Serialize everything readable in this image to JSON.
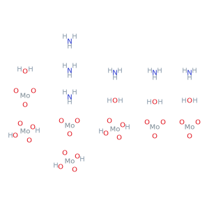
{
  "colors": {
    "hydrogen": "#8a9bab",
    "nitrogen": "#2233cc",
    "oxygen": "#e0101a",
    "molybdenum": "#7a8a94",
    "background": "#ffffff"
  },
  "fragments": [
    {
      "id": "ammonia-1",
      "formula": "NH4",
      "atoms": [
        {
          "symbol": "H",
          "element": "hydrogen"
        },
        {
          "symbol": "H",
          "element": "hydrogen"
        },
        {
          "symbol": "N",
          "element": "nitrogen"
        },
        {
          "symbol": "H",
          "element": "hydrogen"
        }
      ]
    },
    {
      "id": "water-1",
      "formula": "H2O",
      "atoms": [
        {
          "symbol": "H",
          "element": "hydrogen"
        },
        {
          "symbol": "O",
          "element": "oxygen"
        },
        {
          "symbol": "H",
          "element": "hydrogen"
        }
      ]
    },
    {
      "id": "ammonia-2",
      "formula": "NH4",
      "atoms": [
        {
          "symbol": "H",
          "element": "hydrogen"
        },
        {
          "symbol": "H",
          "element": "hydrogen"
        },
        {
          "symbol": "N",
          "element": "nitrogen"
        },
        {
          "symbol": "H",
          "element": "hydrogen"
        }
      ]
    },
    {
      "id": "ammonia-3",
      "formula": "NH4",
      "atoms": [
        {
          "symbol": "H",
          "element": "hydrogen"
        },
        {
          "symbol": "H",
          "element": "hydrogen"
        },
        {
          "symbol": "N",
          "element": "nitrogen"
        },
        {
          "symbol": "H",
          "element": "hydrogen"
        }
      ]
    },
    {
      "id": "ammonia-4",
      "formula": "NH4",
      "atoms": [
        {
          "symbol": "H",
          "element": "hydrogen"
        },
        {
          "symbol": "H",
          "element": "hydrogen"
        },
        {
          "symbol": "N",
          "element": "nitrogen"
        },
        {
          "symbol": "H",
          "element": "hydrogen"
        }
      ]
    },
    {
      "id": "ammonia-5",
      "formula": "NH4",
      "atoms": [
        {
          "symbol": "H",
          "element": "hydrogen"
        },
        {
          "symbol": "H",
          "element": "hydrogen"
        },
        {
          "symbol": "N",
          "element": "nitrogen"
        },
        {
          "symbol": "H",
          "element": "hydrogen"
        }
      ]
    },
    {
      "id": "molybdate-1",
      "formula": "MoO3",
      "atoms": [
        {
          "symbol": "O",
          "element": "oxygen"
        },
        {
          "symbol": "O",
          "element": "oxygen"
        },
        {
          "symbol": "Mo",
          "element": "molybdenum"
        },
        {
          "symbol": "O",
          "element": "oxygen"
        }
      ]
    },
    {
      "id": "ammonia-6",
      "formula": "NH4",
      "atoms": [
        {
          "symbol": "H",
          "element": "hydrogen"
        },
        {
          "symbol": "H",
          "element": "hydrogen"
        },
        {
          "symbol": "N",
          "element": "nitrogen"
        },
        {
          "symbol": "H",
          "element": "hydrogen"
        }
      ]
    },
    {
      "id": "water-2",
      "formula": "H2O",
      "atoms": [
        {
          "symbol": "H",
          "element": "hydrogen"
        },
        {
          "symbol": "O",
          "element": "oxygen"
        },
        {
          "symbol": "H",
          "element": "hydrogen"
        }
      ]
    },
    {
      "id": "water-3",
      "formula": "H2O",
      "atoms": [
        {
          "symbol": "H",
          "element": "hydrogen"
        },
        {
          "symbol": "O",
          "element": "oxygen"
        },
        {
          "symbol": "H",
          "element": "hydrogen"
        }
      ]
    },
    {
      "id": "water-4",
      "formula": "H2O",
      "atoms": [
        {
          "symbol": "H",
          "element": "hydrogen"
        },
        {
          "symbol": "O",
          "element": "oxygen"
        },
        {
          "symbol": "H",
          "element": "hydrogen"
        }
      ]
    },
    {
      "id": "molybdic-acid-1",
      "formula": "MoO2(OH)2",
      "atoms": [
        {
          "symbol": "O",
          "element": "oxygen"
        },
        {
          "symbol": "O",
          "element": "oxygen"
        },
        {
          "symbol": "H",
          "element": "hydrogen"
        },
        {
          "symbol": "H",
          "element": "hydrogen"
        },
        {
          "symbol": "O",
          "element": "oxygen"
        },
        {
          "symbol": "Mo",
          "element": "molybdenum"
        },
        {
          "symbol": "O",
          "element": "oxygen"
        }
      ]
    },
    {
      "id": "molybdate-2",
      "formula": "MoO3",
      "atoms": [
        {
          "symbol": "O",
          "element": "oxygen"
        },
        {
          "symbol": "O",
          "element": "oxygen"
        },
        {
          "symbol": "Mo",
          "element": "molybdenum"
        },
        {
          "symbol": "O",
          "element": "oxygen"
        }
      ]
    },
    {
      "id": "molybdic-acid-2",
      "formula": "MoO2(OH)2",
      "atoms": [
        {
          "symbol": "O",
          "element": "oxygen"
        },
        {
          "symbol": "O",
          "element": "oxygen"
        },
        {
          "symbol": "H",
          "element": "hydrogen"
        },
        {
          "symbol": "H",
          "element": "hydrogen"
        },
        {
          "symbol": "O",
          "element": "oxygen"
        },
        {
          "symbol": "Mo",
          "element": "molybdenum"
        },
        {
          "symbol": "O",
          "element": "oxygen"
        }
      ]
    },
    {
      "id": "molybdate-3",
      "formula": "MoO3",
      "atoms": [
        {
          "symbol": "O",
          "element": "oxygen"
        },
        {
          "symbol": "O",
          "element": "oxygen"
        },
        {
          "symbol": "Mo",
          "element": "molybdenum"
        },
        {
          "symbol": "O",
          "element": "oxygen"
        }
      ]
    },
    {
      "id": "molybdate-4",
      "formula": "MoO3",
      "atoms": [
        {
          "symbol": "O",
          "element": "oxygen"
        },
        {
          "symbol": "O",
          "element": "oxygen"
        },
        {
          "symbol": "Mo",
          "element": "molybdenum"
        },
        {
          "symbol": "O",
          "element": "oxygen"
        }
      ]
    },
    {
      "id": "molybdic-acid-3",
      "formula": "MoO2(OH)2",
      "atoms": [
        {
          "symbol": "O",
          "element": "oxygen"
        },
        {
          "symbol": "O",
          "element": "oxygen"
        },
        {
          "symbol": "H",
          "element": "hydrogen"
        },
        {
          "symbol": "H",
          "element": "hydrogen"
        },
        {
          "symbol": "O",
          "element": "oxygen"
        },
        {
          "symbol": "Mo",
          "element": "molybdenum"
        },
        {
          "symbol": "O",
          "element": "oxygen"
        }
      ]
    }
  ]
}
